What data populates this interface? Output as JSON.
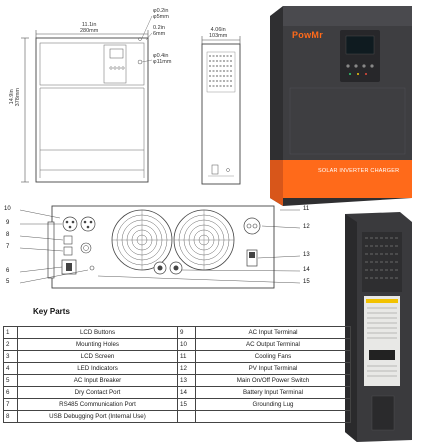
{
  "dimensions": {
    "width_label": "11.1in\n280mm",
    "height_label": "14.9in\n378mm",
    "depth_label": "4.06in\n103mm",
    "hole1_label": "φ0.2in\nφ5mm",
    "hole2_label": "0.2in\n6mm",
    "hole3_label": "φ0.4in\nφ11mm"
  },
  "product": {
    "brand": "PowMr",
    "band_text": "SOLAR INVERTER CHARGER"
  },
  "callouts": [
    "10",
    "9",
    "8",
    "7",
    "6",
    "5",
    "11",
    "12",
    "13",
    "14",
    "15"
  ],
  "key_parts": {
    "title": "Key Parts",
    "items": [
      {
        "num": "1",
        "label": "LCD Buttons"
      },
      {
        "num": "2",
        "label": "Mounting Holes"
      },
      {
        "num": "3",
        "label": "LCD Screen"
      },
      {
        "num": "4",
        "label": "LED Indicators"
      },
      {
        "num": "5",
        "label": "AC Input Breaker"
      },
      {
        "num": "6",
        "label": "Dry Contact Port"
      },
      {
        "num": "7",
        "label": "RS485 Communication Port"
      },
      {
        "num": "8",
        "label": "USB Debugging Port (Internal Use)"
      },
      {
        "num": "9",
        "label": "AC Input Terminal"
      },
      {
        "num": "10",
        "label": "AC Output Terminal"
      },
      {
        "num": "11",
        "label": "Cooling Fans"
      },
      {
        "num": "12",
        "label": "PV Input Terminal"
      },
      {
        "num": "13",
        "label": "Main On/Off Power Switch"
      },
      {
        "num": "14",
        "label": "Battery Input Terminal"
      },
      {
        "num": "15",
        "label": "Grounding Lug"
      }
    ]
  },
  "colors": {
    "orange": "#ff6a1a",
    "dark_gray": "#3a3a3c",
    "line": "#444444"
  }
}
